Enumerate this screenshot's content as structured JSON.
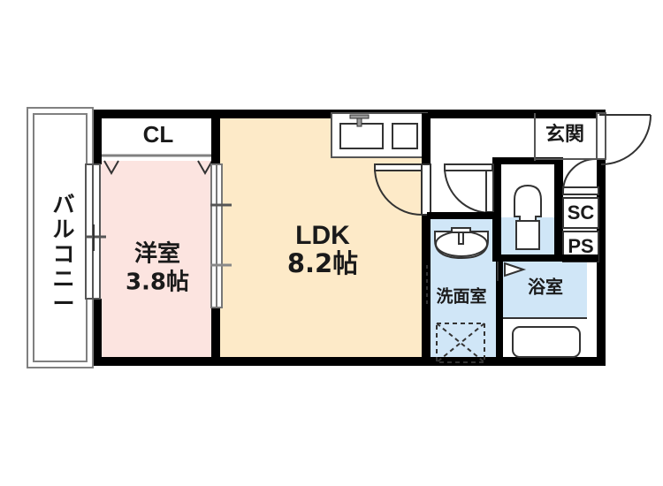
{
  "plan": {
    "title": "間取図",
    "colors": {
      "wall": "#000000",
      "thin_wall": "#808080",
      "bedroom_fill": "#fce4e0",
      "ldk_fill": "#fdeac8",
      "water_fill": "#d0e6f7",
      "white_fill": "#ffffff",
      "text": "#1a1a1a",
      "background": "#ffffff"
    },
    "rooms": [
      {
        "id": "balcony",
        "name": "バルコニー",
        "area": "",
        "orientation": "vertical",
        "fill": "#ffffff"
      },
      {
        "id": "closet",
        "name": "CL",
        "area": "",
        "orientation": "horizontal",
        "fill": "#ffffff"
      },
      {
        "id": "bedroom",
        "name": "洋室",
        "area": "3.8帖",
        "orientation": "horizontal",
        "fill": "#fce4e0"
      },
      {
        "id": "ldk",
        "name": "LDK",
        "area": "8.2帖",
        "orientation": "horizontal",
        "fill": "#fdeac8"
      },
      {
        "id": "entrance",
        "name": "玄関",
        "area": "",
        "orientation": "horizontal",
        "fill": "#ffffff"
      },
      {
        "id": "shoe-closet",
        "name": "SC",
        "area": "",
        "orientation": "horizontal",
        "fill": "#ffffff"
      },
      {
        "id": "pipe-space",
        "name": "PS",
        "area": "",
        "orientation": "horizontal",
        "fill": "#ffffff"
      },
      {
        "id": "washroom",
        "name": "洗面室",
        "area": "",
        "orientation": "horizontal",
        "fill": "#d0e6f7"
      },
      {
        "id": "bathroom",
        "name": "浴室",
        "area": "",
        "orientation": "horizontal",
        "fill": "#d0e6f7"
      },
      {
        "id": "toilet",
        "name": "",
        "area": "",
        "orientation": "horizontal",
        "fill": "#d0e6f7"
      },
      {
        "id": "hallway",
        "name": "",
        "area": "",
        "orientation": "horizontal",
        "fill": "#ffffff"
      }
    ],
    "fixtures": [
      {
        "id": "kitchen-sink",
        "name": "シンク"
      },
      {
        "id": "kitchen-stove",
        "name": "コンロ"
      },
      {
        "id": "washbasin",
        "name": "洗面台"
      },
      {
        "id": "toilet-bowl",
        "name": "トイレ"
      },
      {
        "id": "bathtub",
        "name": "浴槽"
      },
      {
        "id": "washing-machine-space",
        "name": "洗濯機置き場"
      }
    ],
    "labels": {
      "balcony": "バルコニー",
      "closet": "CL",
      "bedroom": "洋室",
      "bedroom_area": "3.8帖",
      "ldk": "LDK",
      "ldk_area": "8.2帖",
      "entrance": "玄関",
      "shoe_closet": "SC",
      "pipe_space": "PS",
      "washroom": "洗面室",
      "bathroom": "浴室"
    },
    "balcony_chars": [
      "バ",
      "ル",
      "コ",
      "ニ",
      "ー"
    ]
  }
}
